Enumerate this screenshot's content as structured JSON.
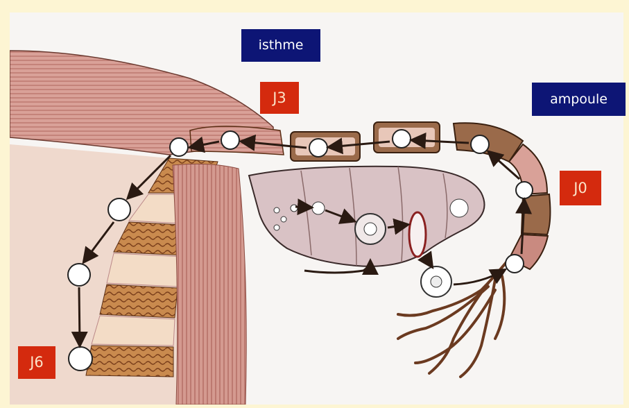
{
  "labels": {
    "isthmus": "isthme",
    "ampulla": "ampoule",
    "day3": "J3",
    "day0": "J0",
    "day6": "J6"
  },
  "colors": {
    "page_background": "#fdf5d3",
    "panel_background": "#f7f5f3",
    "blue_label": "#0d1575",
    "red_label": "#d42a0e",
    "muscle": "#c98a80",
    "tube_band": "#8a5a3a",
    "endometrium": "#c07a45",
    "ovary": "#d9c2c5"
  },
  "icons": {
    "arrow": "arrow-icon",
    "cell": "embryo-cell-icon"
  }
}
